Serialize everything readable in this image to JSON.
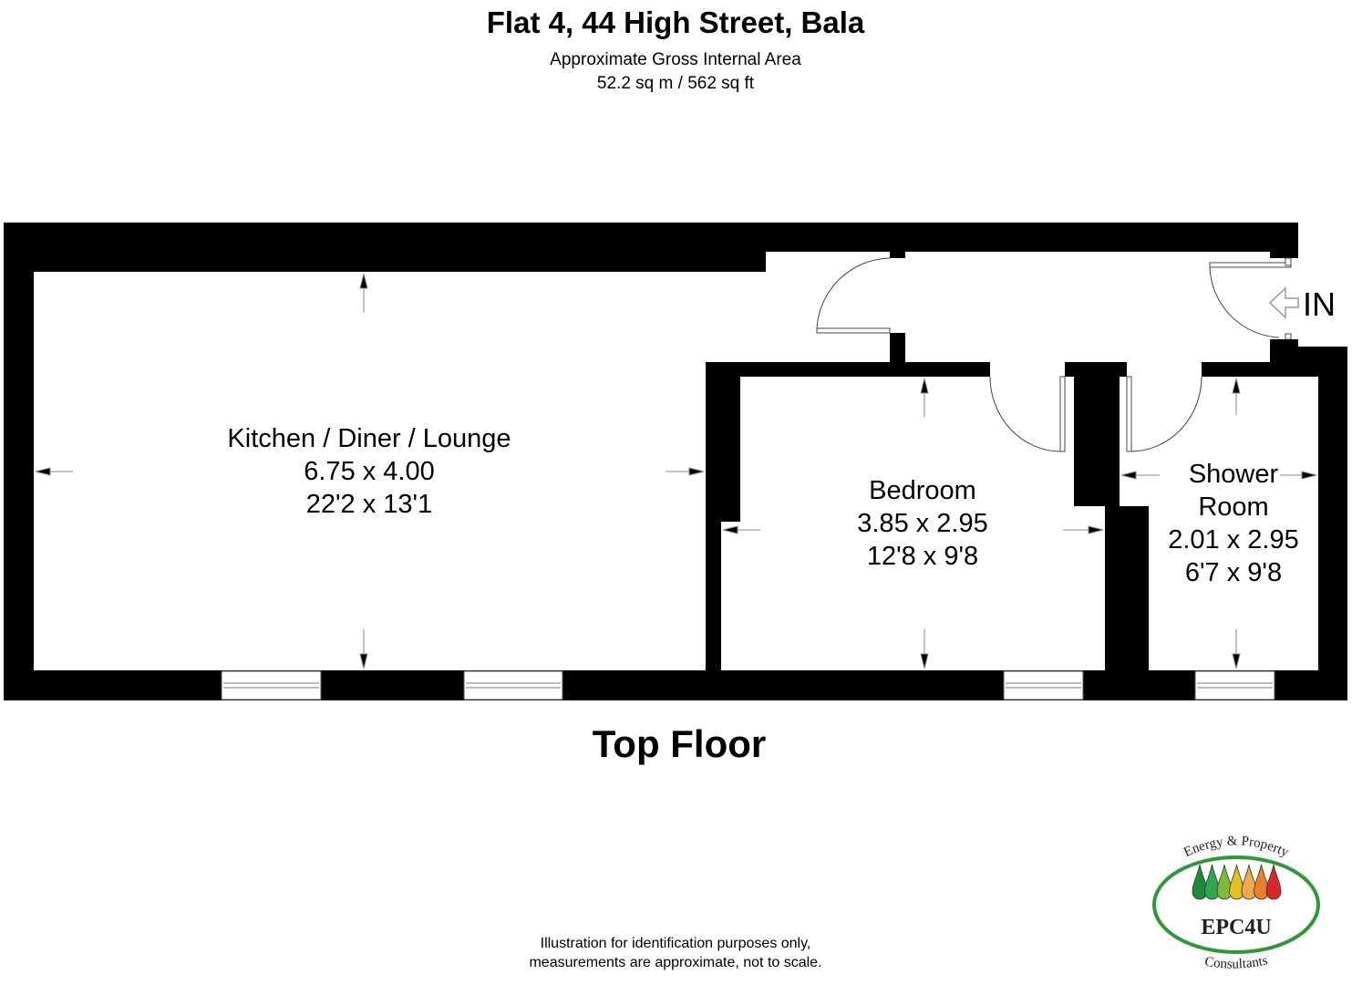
{
  "header": {
    "title": "Flat 4, 44 High Street, Bala",
    "subtitle": "Approximate Gross Internal Area",
    "area": "52.2 sq m / 562 sq ft"
  },
  "rooms": [
    {
      "name": "Kitchen / Diner / Lounge",
      "metric": "6.75 x 4.00",
      "imperial": "22'2 x 13'1"
    },
    {
      "name": "Bedroom",
      "metric": "3.85 x 2.95",
      "imperial": "12'8 x 9'8"
    },
    {
      "name": "Shower",
      "name2": "Room",
      "metric": "2.01 x 2.95",
      "imperial": "6'7 x 9'8"
    }
  ],
  "entrance_label": "IN",
  "floor_label": "Top Floor",
  "disclaimer": {
    "line1": "Illustration for identification purposes only,",
    "line2": "measurements are approximate, not to scale."
  },
  "logo": {
    "top_text": "Energy & Property",
    "brand": "EPC4U",
    "bottom_text": "Consultants",
    "drop_colors": [
      "#1f8a3a",
      "#2fa84f",
      "#7dbb3a",
      "#e0c21f",
      "#f0a84a",
      "#e8822a",
      "#d8282a"
    ]
  }
}
